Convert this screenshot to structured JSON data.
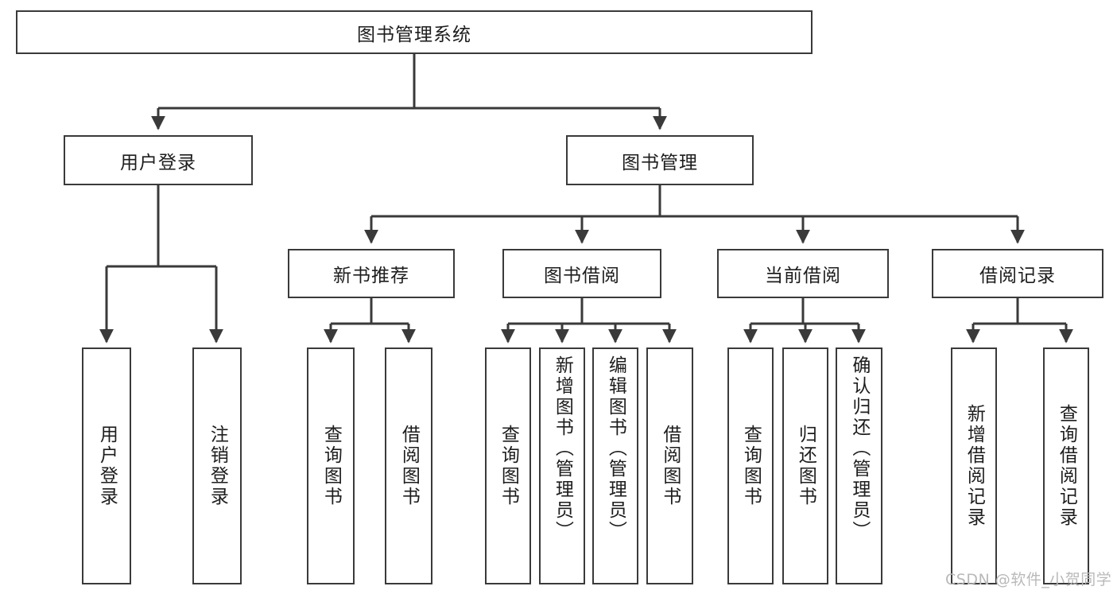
{
  "diagram": {
    "title": "图书管理系统",
    "type": "hierarchy-tree",
    "root": {
      "label": "图书管理系统"
    },
    "level2": [
      {
        "label": "用户登录"
      },
      {
        "label": "图书管理"
      }
    ],
    "level3": [
      {
        "label": "新书推荐"
      },
      {
        "label": "图书借阅"
      },
      {
        "label": "当前借阅"
      },
      {
        "label": "借阅记录"
      }
    ],
    "leaves": {
      "user_login": [
        {
          "label": "用户登录"
        },
        {
          "label": "注销登录"
        }
      ],
      "new_book_recommend": [
        {
          "label": "查询图书"
        },
        {
          "label": "借阅图书"
        }
      ],
      "book_borrow": [
        {
          "label": "查询图书"
        },
        {
          "label": "新增图书（管理员）"
        },
        {
          "label": "编辑图书（管理员）"
        },
        {
          "label": "借阅图书"
        }
      ],
      "current_borrow": [
        {
          "label": "查询图书"
        },
        {
          "label": "归还图书"
        },
        {
          "label": "确认归还（管理员）"
        }
      ],
      "borrow_record": [
        {
          "label": "新增借阅记录"
        },
        {
          "label": "查询借阅记录"
        }
      ]
    }
  },
  "watermark": {
    "text": "CSDN @软件_小贺同学"
  },
  "colors": {
    "border": "#3a3a3a",
    "text": "#1d1d1d",
    "background": "#ffffff",
    "watermark": "#b9b9b9"
  }
}
